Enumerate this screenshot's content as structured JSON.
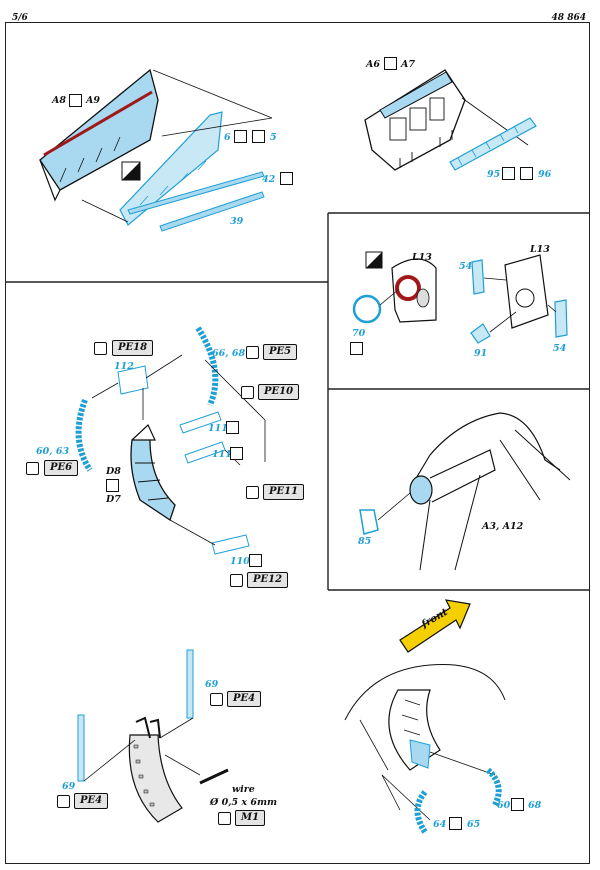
{
  "header": {
    "page_number": "5/6",
    "catalog_number": "48 864"
  },
  "panels": {
    "top_left": {
      "labels": {
        "a8": "A8",
        "a9": "A9",
        "p6": "6",
        "p5": "5",
        "p42": "42",
        "p39": "39"
      }
    },
    "top_right": {
      "labels": {
        "a6": "A6",
        "a7": "A7",
        "p95": "95",
        "p96": "96"
      }
    },
    "mid_right_top": {
      "labels": {
        "l13a": "L13",
        "l13b": "L13",
        "p70": "70",
        "p54a": "54",
        "p54b": "54",
        "p91": "91"
      }
    },
    "mid_right_bottom": {
      "labels": {
        "p85": "85",
        "a3a12": "A3, A12"
      }
    },
    "mid_left": {
      "labels": {
        "pe18": "PE18",
        "p112": "112",
        "p6668": "66, 68",
        "pe5": "PE5",
        "pe10": "PE10",
        "p111a": "111",
        "p111b": "111",
        "p6063": "60, 63",
        "pe6": "PE6",
        "d8": "D8",
        "d7": "D7",
        "pe11": "PE11",
        "p110": "110",
        "pe12": "PE12"
      }
    },
    "bottom_left": {
      "labels": {
        "p69a": "69",
        "pe4a": "PE4",
        "p69b": "69",
        "pe4b": "PE4",
        "wire": "wire",
        "wire_spec": "Ø  0,5 x 6mm",
        "m1": "M1"
      }
    },
    "bottom_right": {
      "labels": {
        "front": "front",
        "p60": "60",
        "p68": "68",
        "p64": "64",
        "p65": "65"
      }
    }
  },
  "colors": {
    "part_blue": "#1ea0d6",
    "fill_blue": "#a9d9f0",
    "ink": "#111111",
    "accent_red": "#a01818"
  }
}
